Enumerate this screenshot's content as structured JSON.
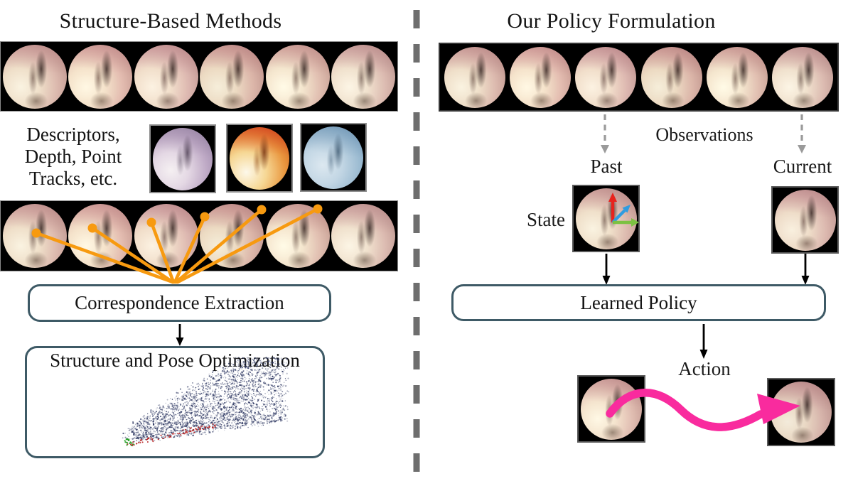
{
  "left_panel": {
    "title": "Structure-Based Methods",
    "descriptor_lines": [
      "Descriptors,",
      "Depth, Point",
      "Tracks, etc."
    ],
    "correspondence_box_label": "Correspondence Extraction",
    "structure_box_label": "Structure and Pose Optimization"
  },
  "right_panel": {
    "title": "Our Policy Formulation",
    "observations_label": "Observations",
    "past_label": "Past",
    "current_label": "Current",
    "state_label": "State",
    "policy_box_label": "Learned Policy",
    "action_label": "Action"
  },
  "icons": {
    "divider": "vertical-dashed-line",
    "observation_arrows": "gray-dashed-arrow-down",
    "flow_arrows": "black-arrow-down",
    "correspondence_lines": "orange-fan-lines",
    "action_arrow": "pink-curved-arrow-right",
    "state_axes": "rgb-pose-axes",
    "point_cloud": "navy-scatter-cone"
  },
  "colors": {
    "accent_orange": "#F79A10",
    "accent_pink": "#F92B9E",
    "box_border": "#3E5A66",
    "divider_gray": "#6E6E6E",
    "dashed_arrow_gray": "#9A9A9A",
    "axis_red": "#E8231D",
    "axis_green": "#7CC142",
    "axis_blue": "#2F9CE0",
    "pointcloud_navy": "#2B3560",
    "pointcloud_red": "#B71F1F",
    "pointcloud_green": "#1F9E1F"
  }
}
